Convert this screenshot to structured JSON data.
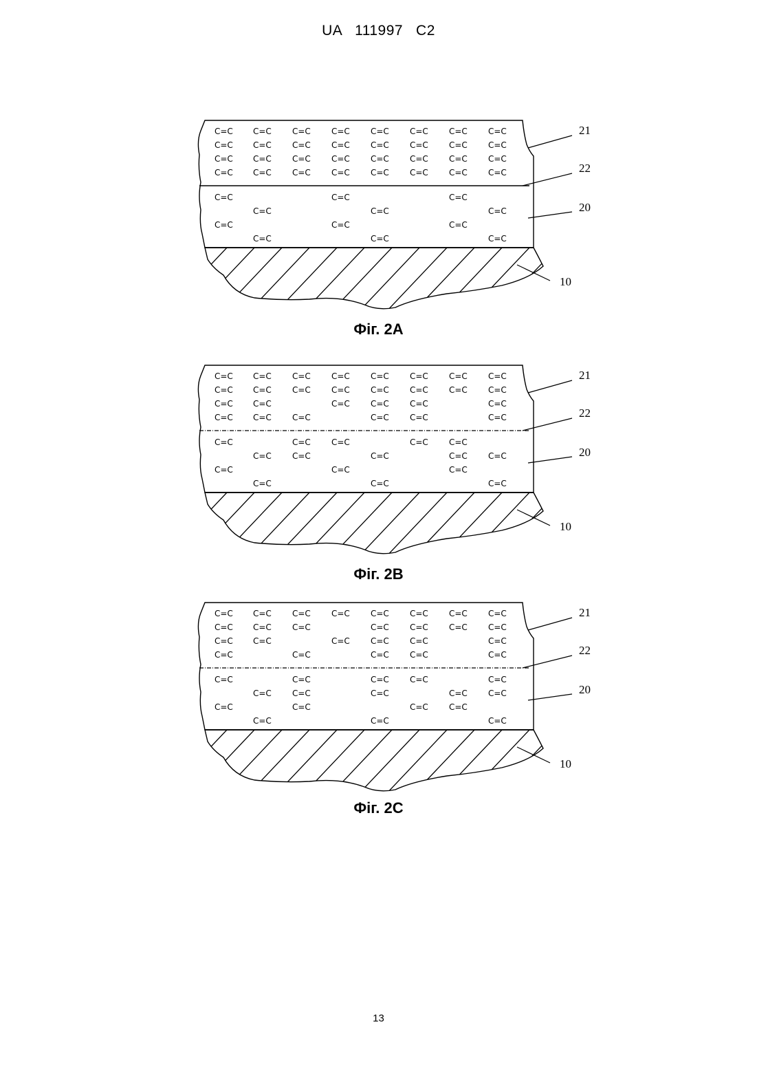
{
  "header": {
    "text": "UA   111997   C2"
  },
  "page_number": "13",
  "bond_label": "C=C",
  "figures": [
    {
      "caption": "Фіг. 2А",
      "interface_style": "solid",
      "refs": [
        "21",
        "22",
        "20",
        "10"
      ],
      "upper_rows": [
        [
          1,
          1,
          1,
          1,
          1,
          1,
          1,
          1
        ],
        [
          1,
          1,
          1,
          1,
          1,
          1,
          1,
          1
        ],
        [
          1,
          1,
          1,
          1,
          1,
          1,
          1,
          1
        ],
        [
          1,
          1,
          1,
          1,
          1,
          1,
          1,
          1
        ]
      ],
      "lower_rows": [
        [
          1,
          0,
          0,
          1,
          0,
          0,
          1,
          0
        ],
        [
          0,
          1,
          0,
          0,
          1,
          0,
          0,
          1
        ],
        [
          1,
          0,
          0,
          1,
          0,
          0,
          1,
          0
        ],
        [
          0,
          1,
          0,
          0,
          1,
          0,
          0,
          1
        ]
      ]
    },
    {
      "caption": "Фіг. 2В",
      "interface_style": "dashdot",
      "refs": [
        "21",
        "22",
        "20",
        "10"
      ],
      "upper_rows": [
        [
          1,
          1,
          1,
          1,
          1,
          1,
          1,
          1
        ],
        [
          1,
          1,
          1,
          1,
          1,
          1,
          1,
          1
        ],
        [
          1,
          1,
          0,
          1,
          1,
          1,
          0,
          1
        ],
        [
          1,
          1,
          1,
          0,
          1,
          1,
          0,
          1
        ]
      ],
      "lower_rows": [
        [
          1,
          0,
          1,
          1,
          0,
          1,
          1,
          0
        ],
        [
          0,
          1,
          1,
          0,
          1,
          0,
          1,
          1
        ],
        [
          1,
          0,
          0,
          1,
          0,
          0,
          1,
          0
        ],
        [
          0,
          1,
          0,
          0,
          1,
          0,
          0,
          1
        ]
      ]
    },
    {
      "caption": "Фіг. 2С",
      "interface_style": "dashdot",
      "refs": [
        "21",
        "22",
        "20",
        "10"
      ],
      "upper_rows": [
        [
          1,
          1,
          1,
          1,
          1,
          1,
          1,
          1
        ],
        [
          1,
          1,
          1,
          0,
          1,
          1,
          1,
          1
        ],
        [
          1,
          1,
          0,
          1,
          1,
          1,
          0,
          1
        ],
        [
          1,
          0,
          1,
          0,
          1,
          1,
          0,
          1
        ]
      ],
      "lower_rows": [
        [
          1,
          0,
          1,
          0,
          1,
          1,
          0,
          1
        ],
        [
          0,
          1,
          1,
          0,
          1,
          0,
          1,
          1
        ],
        [
          1,
          0,
          1,
          0,
          0,
          1,
          1,
          0
        ],
        [
          0,
          1,
          0,
          0,
          1,
          0,
          0,
          1
        ]
      ]
    }
  ]
}
